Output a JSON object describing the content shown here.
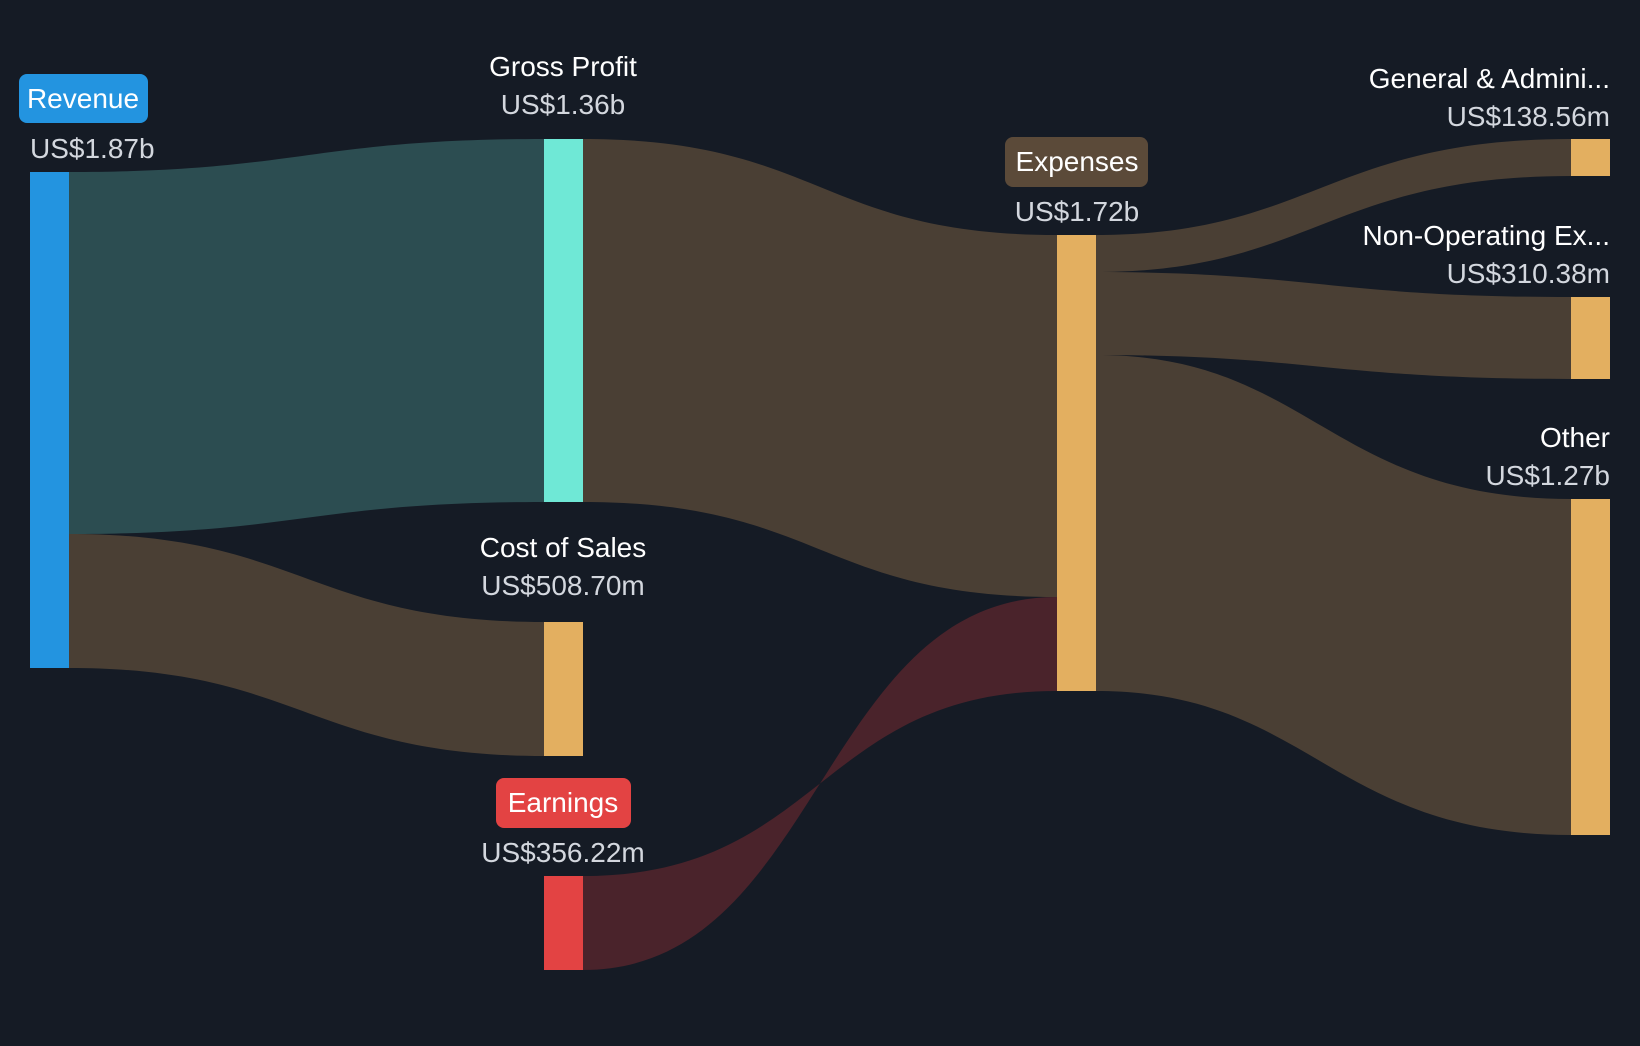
{
  "background": "#151b25",
  "nodes": [
    {
      "id": "revenue",
      "name": "Revenue",
      "value": "US$1.87b",
      "color": "#2394e0",
      "badge": true,
      "badge_color": "#2394e0"
    },
    {
      "id": "gross-profit",
      "name": "Gross Profit",
      "value": "US$1.36b",
      "color": "#6fe8d6",
      "badge": false
    },
    {
      "id": "cost-of-sales",
      "name": "Cost of Sales",
      "value": "US$508.70m",
      "color": "#e3af60",
      "badge": false
    },
    {
      "id": "earnings",
      "name": "Earnings",
      "value": "US$356.22m",
      "color": "#e34343",
      "badge": true,
      "badge_color": "#e34343"
    },
    {
      "id": "expenses",
      "name": "Expenses",
      "value": "US$1.72b",
      "color": "#e3af60",
      "badge": true,
      "badge_color": "#5b4a39"
    },
    {
      "id": "general-admin",
      "name": "General & Admini...",
      "value": "US$138.56m",
      "color": "#e3af60",
      "badge": false
    },
    {
      "id": "non-operating",
      "name": "Non-Operating Ex...",
      "value": "US$310.38m",
      "color": "#e3af60",
      "badge": false
    },
    {
      "id": "other",
      "name": "Other",
      "value": "US$1.27b",
      "color": "#e3af60",
      "badge": false
    }
  ],
  "links": [
    {
      "source": "revenue",
      "target": "gross-profit",
      "value": "US$1.36b",
      "color": "#2c4d51"
    },
    {
      "source": "revenue",
      "target": "cost-of-sales",
      "value": "US$508.70m",
      "color": "#4a3f34"
    },
    {
      "source": "gross-profit",
      "target": "expenses",
      "value": "US$1.36b",
      "color": "#4a3f34"
    },
    {
      "source": "earnings",
      "target": "expenses",
      "value": "US$356.22m",
      "color": "#4a232b"
    },
    {
      "source": "expenses",
      "target": "general-admin",
      "value": "US$138.56m",
      "color": "#4a3f34"
    },
    {
      "source": "expenses",
      "target": "non-operating",
      "value": "US$310.38m",
      "color": "#4a3f34"
    },
    {
      "source": "expenses",
      "target": "other",
      "value": "US$1.27b",
      "color": "#4a3f34"
    }
  ]
}
